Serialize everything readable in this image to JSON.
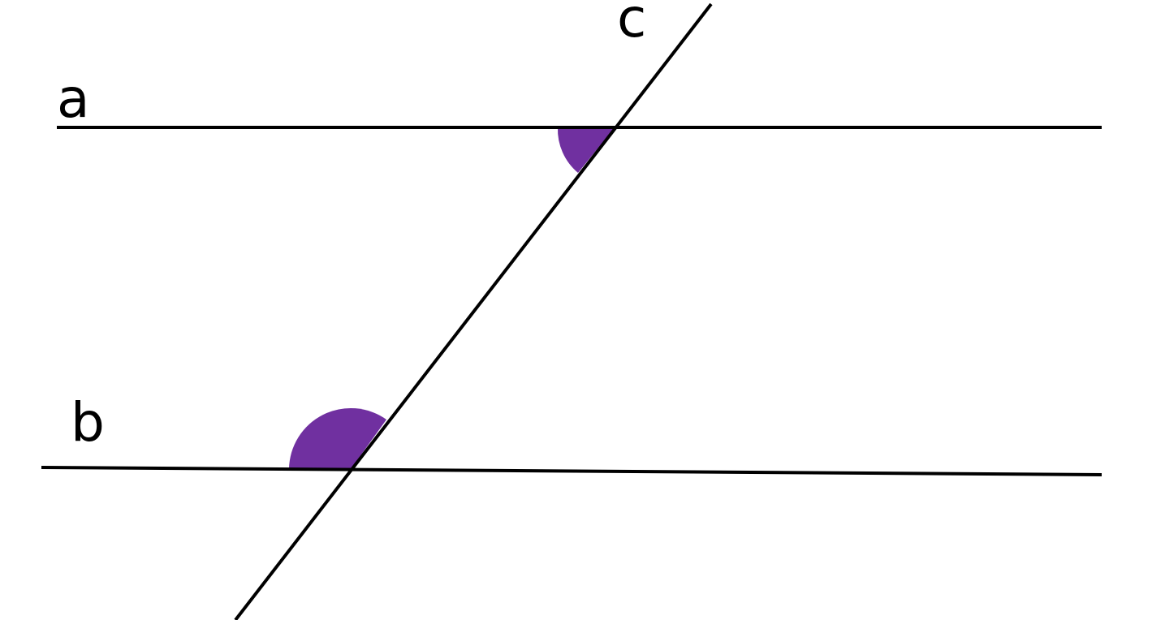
{
  "diagram": {
    "lines": [
      {
        "id": "a",
        "label": "a"
      },
      {
        "id": "b",
        "label": "b"
      },
      {
        "id": "c",
        "label": "c"
      }
    ],
    "colors": {
      "line": "#000000",
      "angle_marker": "#7030a0",
      "background": "#ffffff"
    }
  }
}
